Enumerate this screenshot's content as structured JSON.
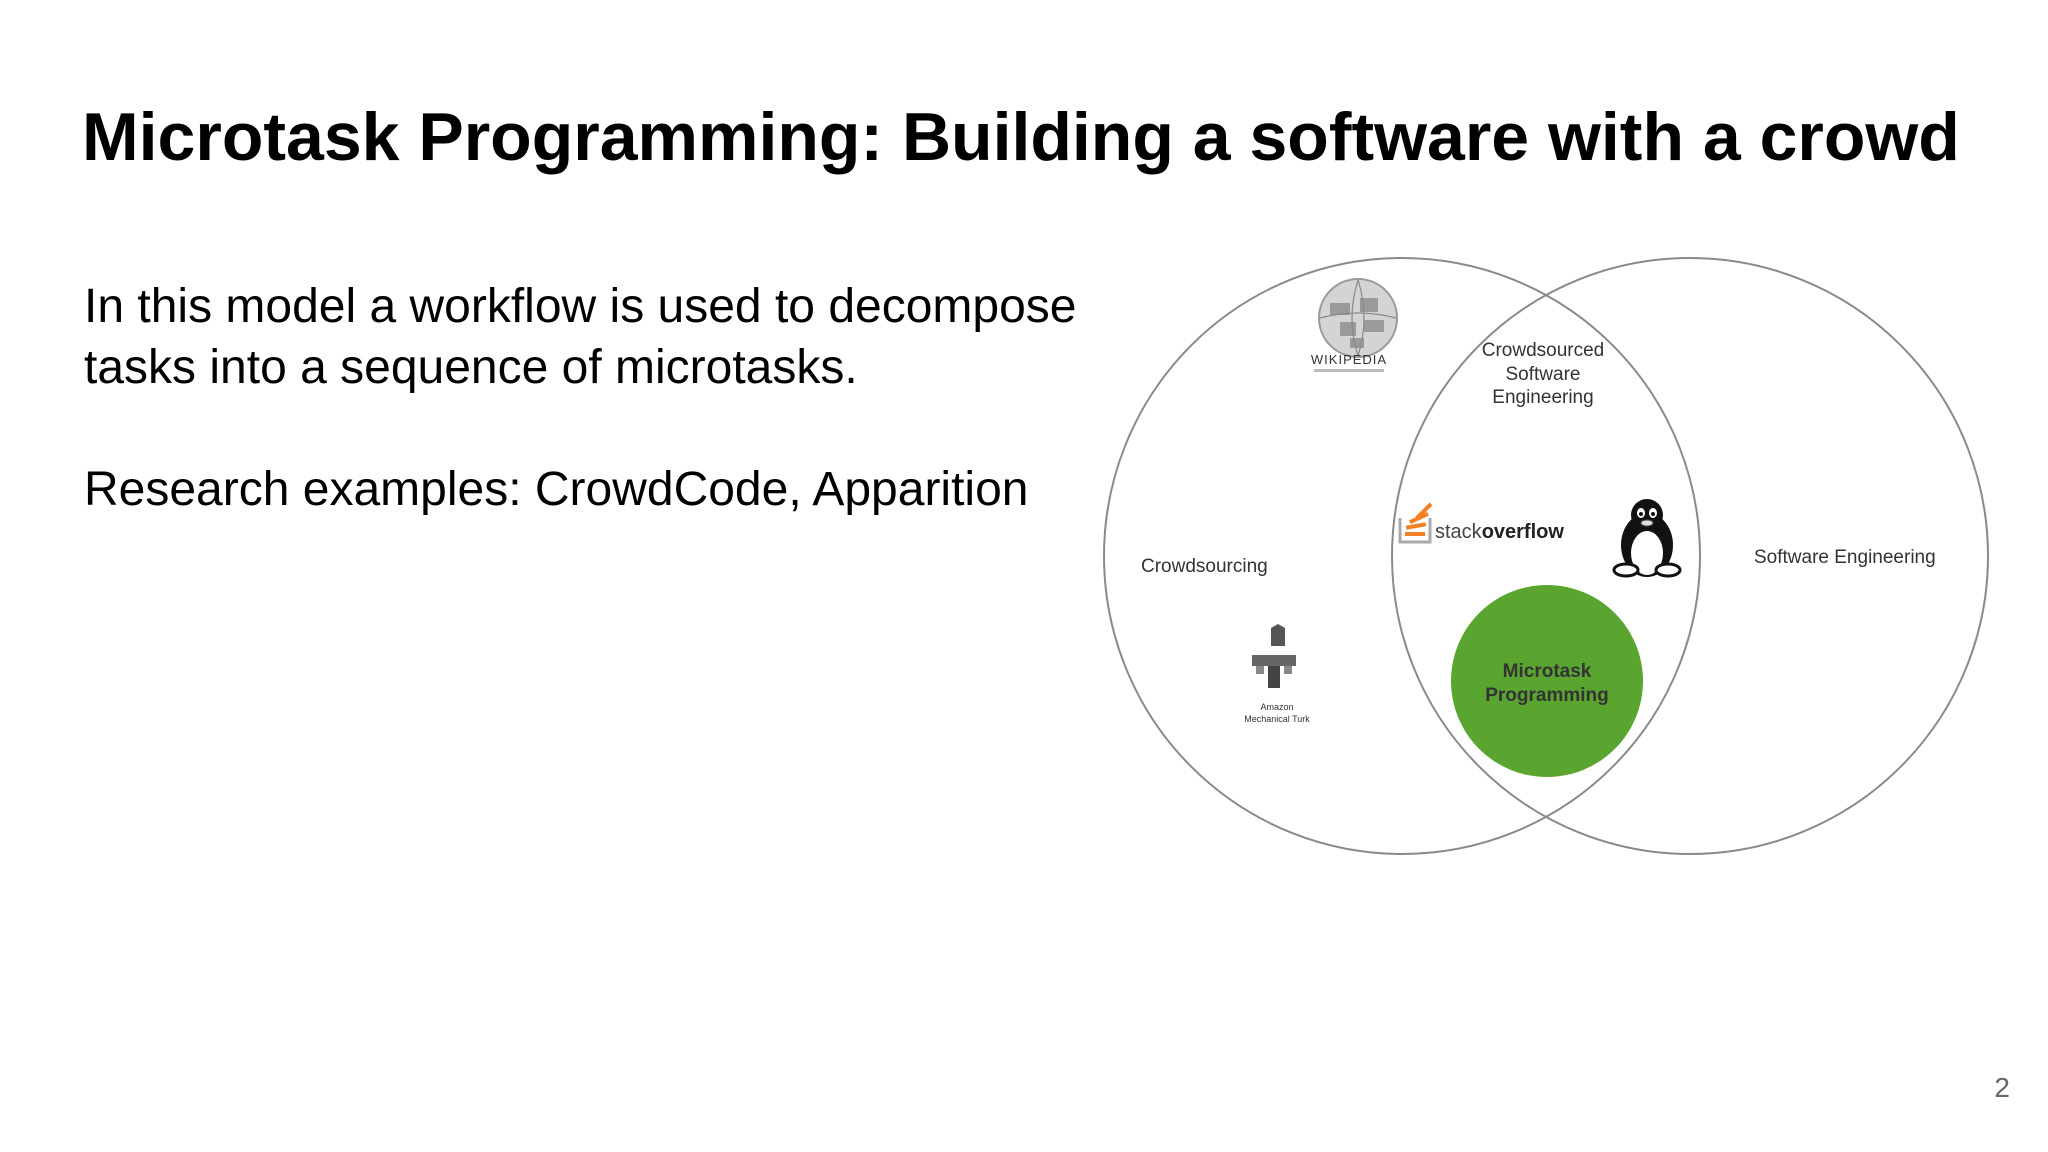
{
  "slide": {
    "title": "Microtask Programming: Building a software with a crowd",
    "body_lines": [
      "In this model a workflow is used to decompose",
      "tasks into a sequence of microtasks."
    ],
    "research_line": "Research examples: CrowdCode, Apparition",
    "page_number": "2"
  },
  "diagram": {
    "left_set_label": "Crowdsourcing",
    "right_set_label": "Software Engineering",
    "intersection_label_lines": [
      "Crowdsourced",
      "Software",
      "Engineering"
    ],
    "highlight_label_lines": [
      "Microtask",
      "Programming"
    ],
    "highlight_color": "#5aa52f",
    "logos": {
      "wikipedia": {
        "text": "WIKIPEDIA",
        "icon": "wikipedia-globe-icon"
      },
      "stackoverflow": {
        "text_plain": "stack",
        "text_bold": "overflow",
        "icon": "stackoverflow-icon"
      },
      "linux": {
        "icon": "linux-penguin-icon"
      },
      "mturk": {
        "text_lines": [
          "Amazon",
          "Mechanical Turk"
        ],
        "icon": "mechanical-turk-icon"
      }
    }
  }
}
